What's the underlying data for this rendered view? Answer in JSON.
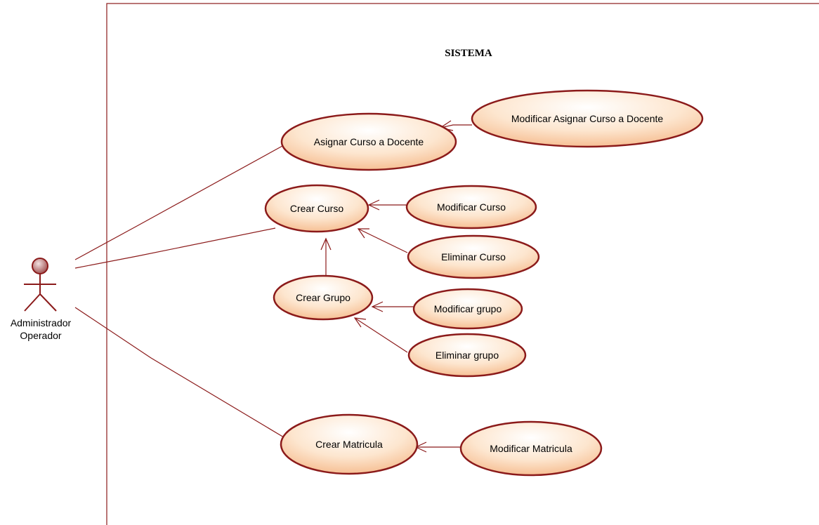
{
  "system": {
    "title": "SISTEMA"
  },
  "actor": {
    "line1": "Administrador",
    "line2": "Operador"
  },
  "use_cases": {
    "asignar_curso_docente": "Asignar Curso a Docente",
    "modificar_asignar_curso_docente": "Modificar Asignar Curso a Docente",
    "crear_curso": "Crear Curso",
    "modificar_curso": "Modificar Curso",
    "eliminar_curso": "Eliminar Curso",
    "crear_grupo": "Crear Grupo",
    "modificar_grupo": "Modificar grupo",
    "eliminar_grupo": "Eliminar grupo",
    "crear_matricula": "Crear Matricula",
    "modificar_matricula": "Modificar Matricula"
  },
  "colors": {
    "stroke": "#8b1a1a",
    "fill_light": "#ffffff",
    "fill_dark": "#f7c79b",
    "actor_head": "#b06a6a"
  }
}
